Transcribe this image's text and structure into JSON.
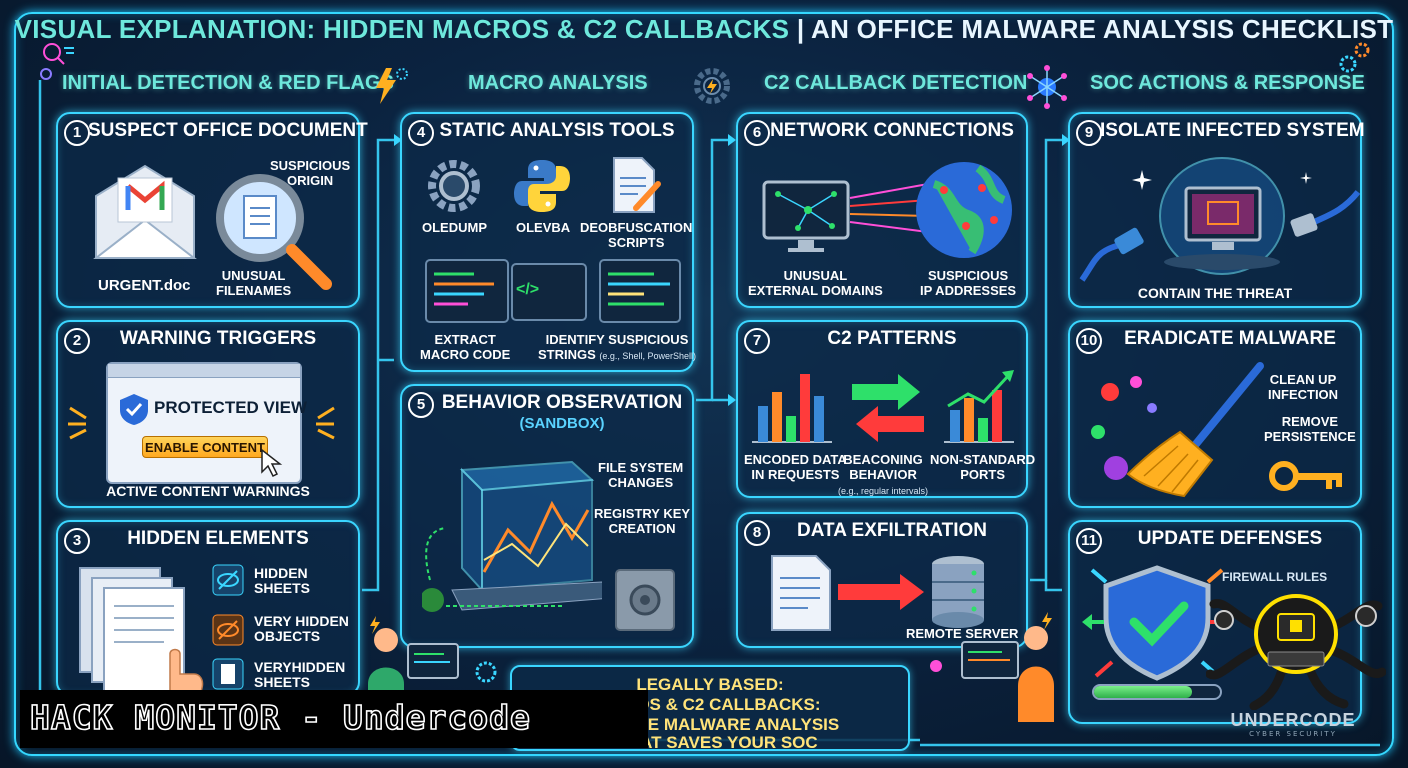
{
  "title": {
    "part1": "VISUAL EXPLANATION: HIDDEN MACROS & C2 CALLBACKS",
    "separator": "|",
    "part2": "AN OFFICE MALWARE ANALYSIS CHECKLIST"
  },
  "columns": [
    "INITIAL DETECTION & RED FLAGS",
    "MACRO ANALYSIS",
    "C2 CALLBACK DETECTION",
    "SOC ACTIONS & RESPONSE"
  ],
  "panels": {
    "p1": {
      "num": "1",
      "title": "SUSPECT OFFICE DOCUMENT",
      "file": "URGENT.doc",
      "origin": [
        "SUSPICIOUS",
        "ORIGIN"
      ],
      "filenames": [
        "UNUSUAL",
        "FILENAMES"
      ]
    },
    "p2": {
      "num": "2",
      "title": "WARNING TRIGGERS",
      "protected": "PROTECTED VIEW",
      "enable": "ENABLE CONTENT",
      "caption": "ACTIVE CONTENT WARNINGS"
    },
    "p3": {
      "num": "3",
      "title": "HIDDEN ELEMENTS",
      "items": [
        [
          "HIDDEN",
          "SHEETS"
        ],
        [
          "VERY HIDDEN",
          "OBJECTS"
        ],
        [
          "VERYHIDDEN",
          "SHEETS"
        ]
      ]
    },
    "p4": {
      "num": "4",
      "title": "STATIC ANALYSIS TOOLS",
      "tool1": "OLEDUMP",
      "tool2": "OLEVBA",
      "tool3": [
        "DEOBFUSCATION",
        "SCRIPTS"
      ],
      "extract": [
        "EXTRACT",
        "MACRO CODE"
      ],
      "identify": [
        "IDENTIFY SUSPICIOUS",
        "STRINGS"
      ],
      "identify_note": "(e.g., Shell, PowerShell)",
      "code_symbol": "</>"
    },
    "p5": {
      "num": "5",
      "title": "BEHAVIOR OBSERVATION",
      "subtitle": "(SANDBOX)",
      "fs": [
        "FILE SYSTEM",
        "CHANGES"
      ],
      "reg": [
        "REGISTRY KEY",
        "CREATION"
      ]
    },
    "p6": {
      "num": "6",
      "title": "NETWORK CONNECTIONS",
      "domains": [
        "UNUSUAL",
        "EXTERNAL DOMAINS"
      ],
      "ips": [
        "SUSPICIOUS",
        "IP ADDRESSES"
      ]
    },
    "p7": {
      "num": "7",
      "title": "C2 PATTERNS",
      "encoded": [
        "ENCODED DATA",
        "IN REQUESTS"
      ],
      "beacon": [
        "BEACONING",
        "BEHAVIOR"
      ],
      "beacon_note": "(e.g., regular intervals)",
      "ports": [
        "NON-STANDARD",
        "PORTS"
      ]
    },
    "p8": {
      "num": "8",
      "title": "DATA EXFILTRATION",
      "server": "REMOTE SERVER"
    },
    "p9": {
      "num": "9",
      "title": "ISOLATE INFECTED SYSTEM",
      "caption": "CONTAIN THE THREAT"
    },
    "p10": {
      "num": "10",
      "title": "ERADICATE MALWARE",
      "clean": [
        "CLEAN UP",
        "INFECTION"
      ],
      "remove": [
        "REMOVE",
        "PERSISTENCE"
      ]
    },
    "p11": {
      "num": "11",
      "title": "UPDATE DEFENSES",
      "firewall": "FIREWALL RULES"
    }
  },
  "footer": [
    "LEGALLY BASED:",
    "ACROS & C2 CALLBACKS:",
    "E OFFICE MALWARE ANALYSIS",
    "T THAT SAVES YOUR SOC"
  ],
  "watermark": "HACK MONITOR - Undercode",
  "logo": {
    "name": "UNDERCODE",
    "tagline": "CYBER SECURITY"
  },
  "colors": {
    "neon": "#3ad6ff",
    "teal": "#6ee8dc",
    "yellow": "#ffe37a",
    "orange": "#ff8a2a",
    "green": "#2ee06a",
    "red": "#ff3b3b"
  }
}
